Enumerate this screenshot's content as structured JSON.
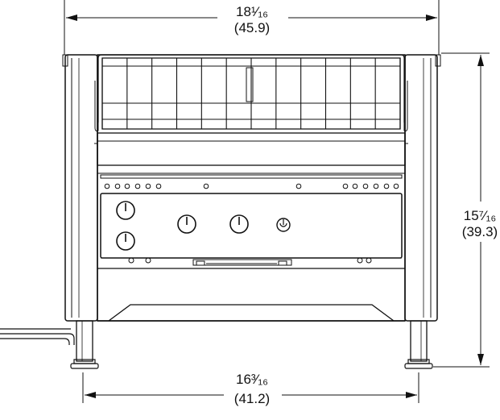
{
  "dimensions": {
    "width_top": {
      "imperial": "18¹⁄₁₆",
      "metric": "(45.9)"
    },
    "height_right": {
      "imperial": "15⁷⁄₁₆",
      "metric": "(39.3)"
    },
    "width_bottom": {
      "imperial": "16³⁄₁₆",
      "metric": "(41.2)"
    }
  },
  "colors": {
    "line": "#111111",
    "background": "#ffffff",
    "shade": "#e8e8e8"
  },
  "icons": {
    "power_switch": "power-icon",
    "knob": "control-knob"
  }
}
